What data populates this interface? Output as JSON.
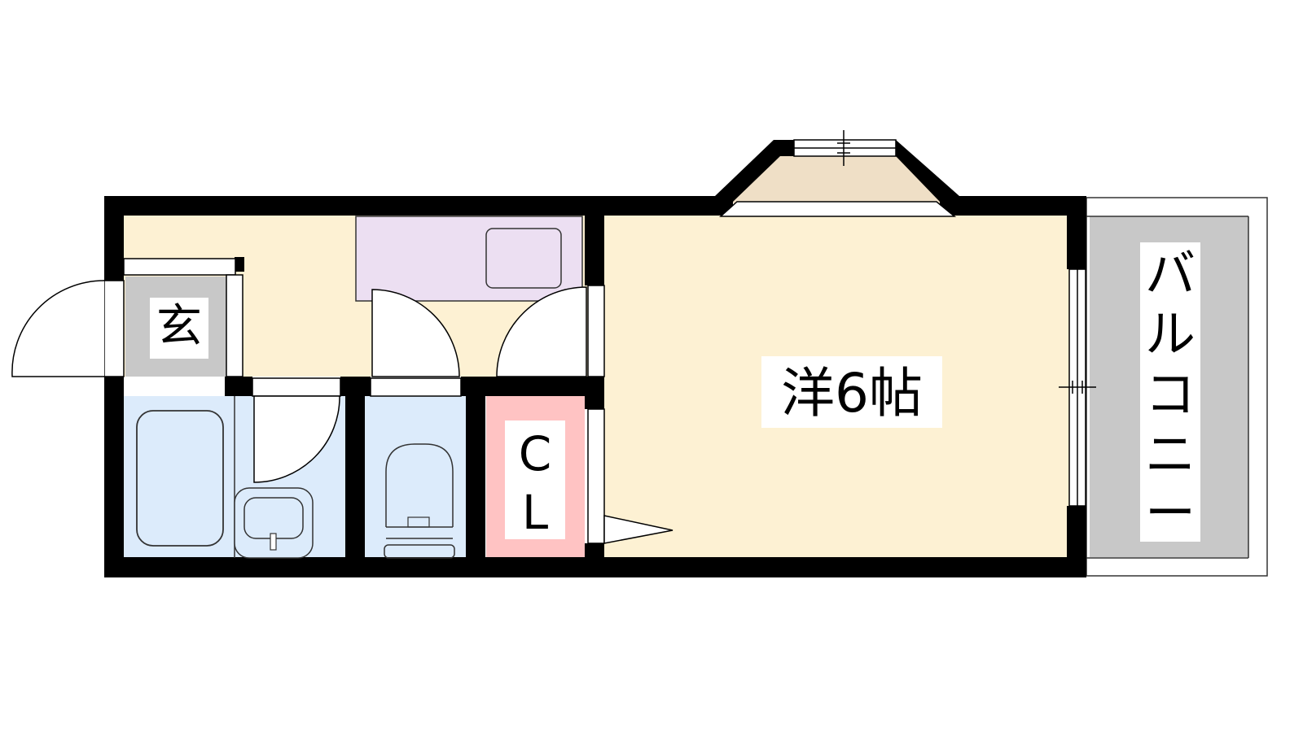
{
  "floor_plan": {
    "rooms": {
      "western_room": {
        "label": "洋6帖",
        "color": "#fdf1d3"
      },
      "entrance": {
        "label": "玄",
        "color": "#c8c8c8"
      },
      "closet": {
        "label": "CL",
        "label_top": "C",
        "label_bottom": "L",
        "color": "#ffc3c3"
      },
      "balcony": {
        "label": "バルコニー",
        "chars": [
          "バ",
          "ル",
          "コ",
          "ニ",
          "ー"
        ],
        "color": "#c8c8c8"
      },
      "kitchen": {
        "color": "#ecdff2"
      },
      "bathroom": {
        "color": "#dcebfb"
      },
      "toilet": {
        "color": "#dcebfb"
      },
      "bay_window": {
        "color": "#efdfc6"
      }
    },
    "colors": {
      "wall": "#000000",
      "fixture_stroke": "#333333",
      "paper": "#ffffff"
    }
  }
}
